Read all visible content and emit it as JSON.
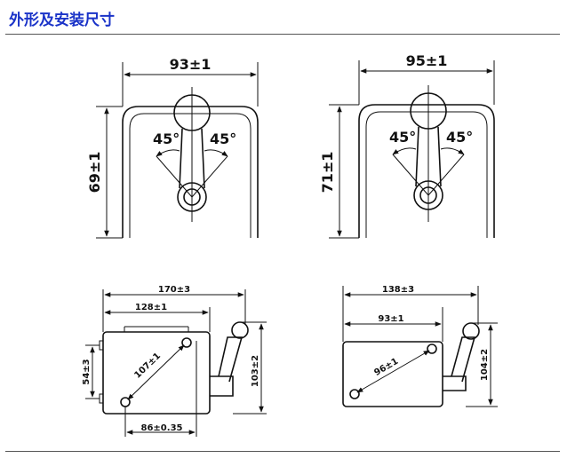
{
  "header": {
    "title": "外形及安装尺寸"
  },
  "views": {
    "top_left": {
      "width": "93±1",
      "height": "69±1",
      "angle_left": "45°",
      "angle_right": "45°"
    },
    "top_right": {
      "width": "95±1",
      "height": "71±1",
      "angle_left": "45°",
      "angle_right": "45°"
    },
    "bottom_left": {
      "overall_width": "170±3",
      "body_width": "128±1",
      "hole_spacing_h": "86±0.35",
      "diagonal": "107±1",
      "left_height": "54±3",
      "right_height": "103±2"
    },
    "bottom_right": {
      "overall_width": "138±3",
      "body_width": "93±1",
      "diagonal": "96±1",
      "right_height": "104±2"
    }
  }
}
